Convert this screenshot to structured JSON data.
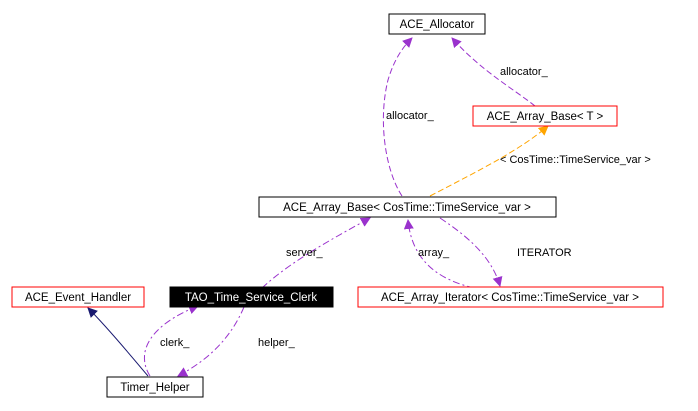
{
  "colors": {
    "background": "#ffffff",
    "usage_edge": "#9a32cd",
    "template_edge": "#ffa500",
    "inheritance_edge": "#191970",
    "documented_border": "#000000",
    "undocumented_border": "#ff0000",
    "focus_fill": "#000000",
    "focus_text": "#ffffff"
  },
  "nodes": {
    "ace_allocator": {
      "label": "ACE_Allocator",
      "border": "black"
    },
    "ace_array_base_t": {
      "label": "ACE_Array_Base< T >",
      "border": "red"
    },
    "ace_array_base_cos": {
      "label": "ACE_Array_Base< CosTime::TimeService_var >",
      "border": "black"
    },
    "ace_event_handler": {
      "label": "ACE_Event_Handler",
      "border": "red"
    },
    "tao_time_service_clerk": {
      "label": "TAO_Time_Service_Clerk",
      "border": "filled"
    },
    "ace_array_iterator": {
      "label": "ACE_Array_Iterator< CosTime::TimeService_var >",
      "border": "red"
    },
    "timer_helper": {
      "label": "Timer_Helper",
      "border": "black"
    }
  },
  "edge_labels": {
    "allocator_right": "allocator_",
    "allocator_left": "allocator_",
    "template_args": "< CosTime::TimeService_var >",
    "server": "server_",
    "array": "array_",
    "iterator": "ITERATOR",
    "clerk": "clerk_",
    "helper": "helper_"
  }
}
